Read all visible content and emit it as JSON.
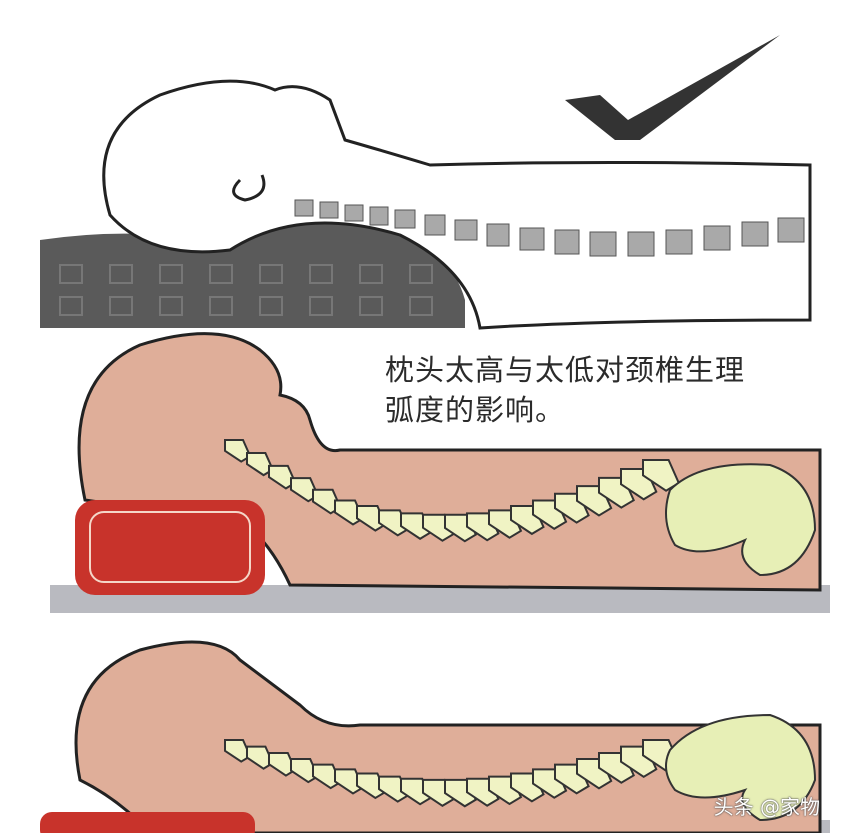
{
  "caption": {
    "line1": "枕头太高与太低对颈椎生理",
    "line2": "弧度的影响。"
  },
  "watermark": "头条 @家物",
  "colors": {
    "skin": "#dfae99",
    "outline": "#2a2a2a",
    "spine": "#f0f3c4",
    "pelvis": "#e7efb6",
    "pillow_red": "#c8332b",
    "pillow_gray": "#5a5a5a",
    "floor": "#b9bac0",
    "check": "#333333"
  }
}
